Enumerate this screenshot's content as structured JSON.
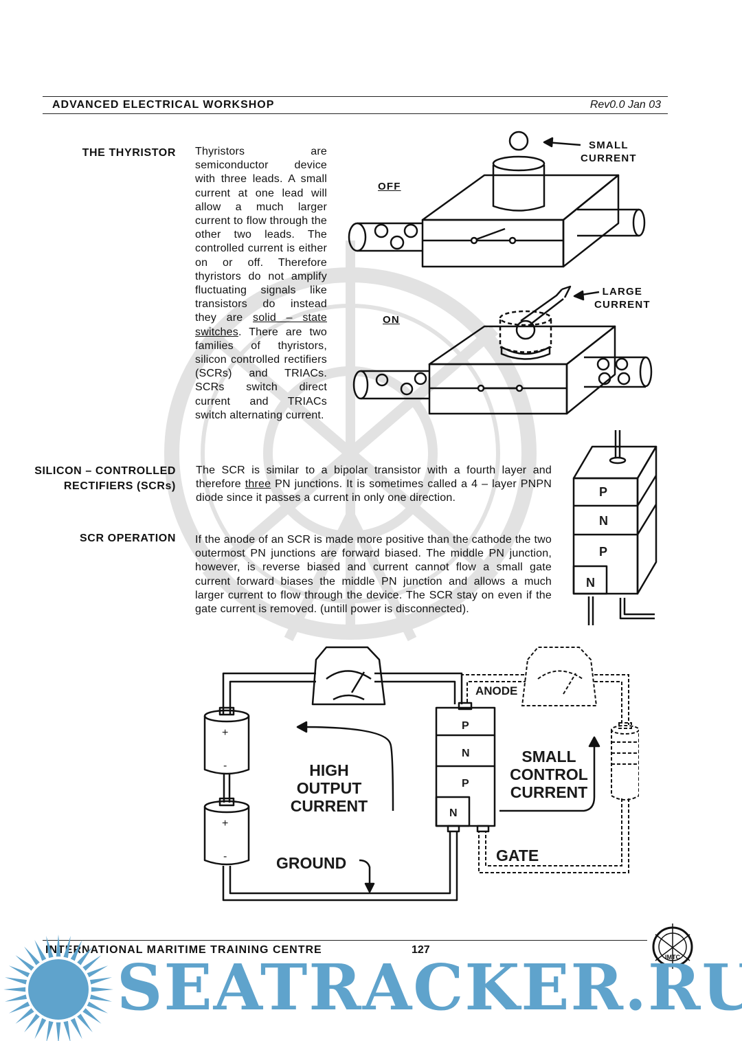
{
  "header": {
    "title": "ADVANCED ELECTRICAL WORKSHOP",
    "revision": "Rev0.0 Jan 03"
  },
  "sections": {
    "thyristor": {
      "heading": "THE THYRISTOR",
      "text_before": "Thyristors are semiconductor device with three leads. A small current at one lead will allow a much larger current to flow through the other two leads. The controlled current is either on or off. Therefore thyristors do not amplify fluctuating signals like transistors do instead they are ",
      "text_underlined": "solid – state switches",
      "text_after": ". There are two families of thyristors, silicon controlled rectifiers (SCRs) and TRIACs. SCRs switch direct current and TRIACs switch alternating current."
    },
    "scr": {
      "heading_line1": "SILICON – CONTROLLED",
      "heading_line2": "RECTIFIERS (SCRs)",
      "text_before": "The SCR is similar to a bipolar transistor with a fourth layer and therefore ",
      "text_underlined": "three",
      "text_after": " PN junctions. It is sometimes called a 4 – layer PNPN diode since it passes a current in only one direction."
    },
    "operation": {
      "heading": "SCR OPERATION",
      "text": "If the anode of an SCR is made more positive than the cathode the two outermost PN junctions are forward biased. The middle PN junction, however, is reverse biased and current cannot flow a small gate current forward biases the middle PN junction and allows a much larger current to flow through the device. The SCR stay on even if the gate current is removed. (untill power is disconnected)."
    }
  },
  "diagram_top": {
    "off_label": "OFF",
    "on_label": "ON",
    "small_current_1": "SMALL",
    "small_current_2": "CURRENT",
    "large_current_1": "LARGE",
    "large_current_2": "CURRENT"
  },
  "layers": [
    "P",
    "N",
    "P",
    "N"
  ],
  "circuit": {
    "anode": "ANODE",
    "gate": "GATE",
    "ground": "GROUND",
    "plus": "+",
    "minus": "-",
    "high_1": "HIGH",
    "high_2": "OUTPUT",
    "high_3": "CURRENT",
    "small_1": "SMALL",
    "small_2": "CONTROL",
    "small_3": "CURRENT"
  },
  "footer": {
    "org": "INTERNATIONAL MARITIME TRAINING CENTRE",
    "page": "127",
    "logo_text": "IMTC"
  },
  "watermark": {
    "text": "SEATRACKER.RU"
  },
  "colors": {
    "ink": "#111111",
    "watermark": "#5fa3cc",
    "emblem": "#dcdcdc"
  }
}
